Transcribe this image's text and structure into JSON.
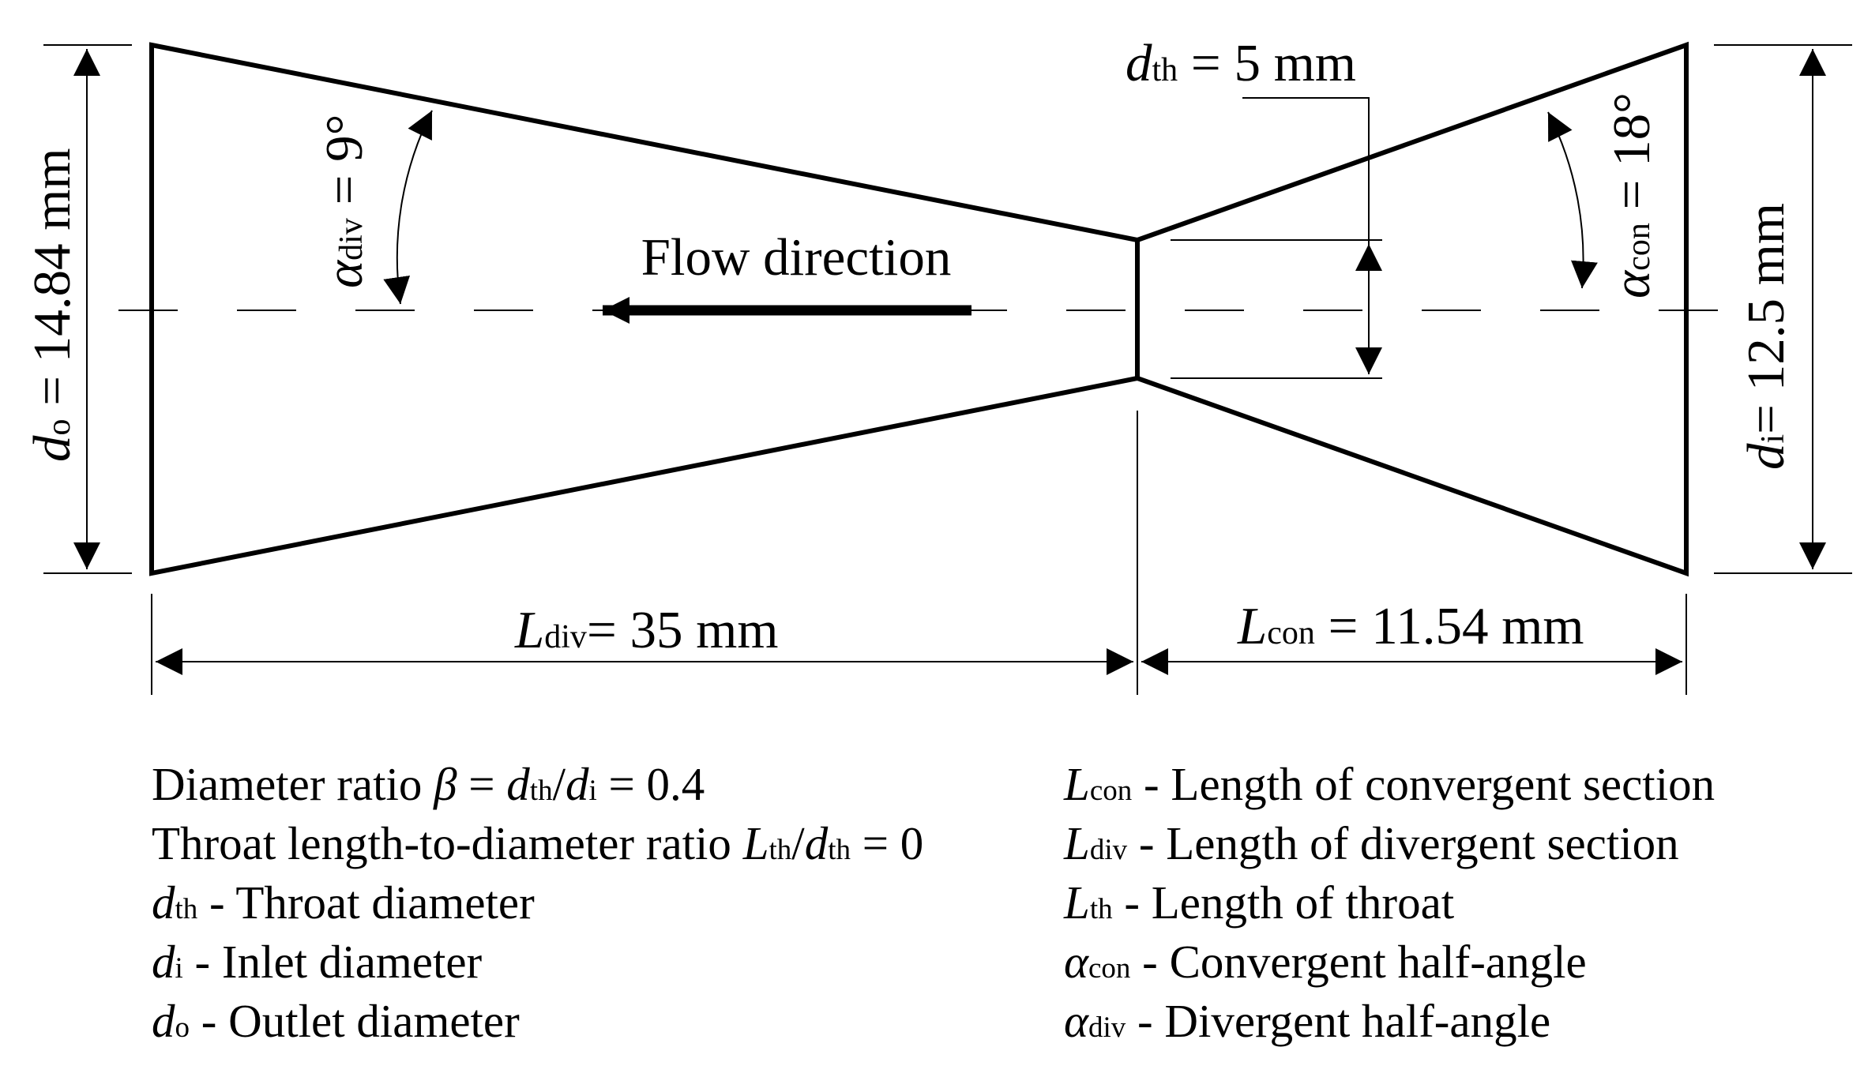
{
  "annotations": {
    "flow_direction": "Flow direction",
    "d_th": {
      "symbol": "d",
      "subscript": "th",
      "value": " = 5 mm"
    },
    "d_o": {
      "symbol": "d",
      "subscript": "o",
      "value": " = 14.84 mm"
    },
    "d_i": {
      "symbol": "d",
      "subscript": "i",
      "value": "= 12.5 mm"
    },
    "alpha_div": {
      "symbol": "α",
      "subscript": "div",
      "value": " = 9°"
    },
    "alpha_con": {
      "symbol": "α",
      "subscript": "con",
      "value": " = 18°"
    },
    "L_div": {
      "symbol": "L",
      "subscript": "div",
      "value": "= 35 mm"
    },
    "L_con": {
      "symbol": "L",
      "subscript": "con",
      "value": " = 11.54 mm"
    }
  },
  "legend": {
    "beta": {
      "prefix": "Diameter ratio ",
      "beta_symbol": "β",
      "eq1": " = ",
      "d_symbol": "d",
      "th_sub": "th",
      "slash": "/",
      "d2_symbol": "d",
      "i_sub": "i",
      "value": " = 0.4"
    },
    "throat_ratio": {
      "prefix": "Throat length-to-diameter ratio ",
      "L_symbol": "L",
      "th_sub": "th",
      "slash": "/",
      "d_symbol": "d",
      "th2_sub": "th",
      "value": " = 0"
    },
    "left_items": [
      {
        "symbol": "d",
        "subscript": "th",
        "text": " - Throat diameter"
      },
      {
        "symbol": "d",
        "subscript": "i",
        "text": " - Inlet diameter"
      },
      {
        "symbol": "d",
        "subscript": "o",
        "text": " - Outlet diameter"
      }
    ],
    "right_items": [
      {
        "symbol": "L",
        "subscript": "con",
        "text": " - Length of convergent section"
      },
      {
        "symbol": "L",
        "subscript": "div",
        "text": " - Length of divergent section"
      },
      {
        "symbol": "L",
        "subscript": "th",
        "text": " - Length of throat"
      },
      {
        "symbol": "α",
        "subscript": "con",
        "text": " - Convergent half-angle"
      },
      {
        "symbol": "α",
        "subscript": "div",
        "text": " - Divergent half-angle"
      }
    ]
  },
  "colors": {
    "line": "#000000",
    "background": "#ffffff"
  }
}
